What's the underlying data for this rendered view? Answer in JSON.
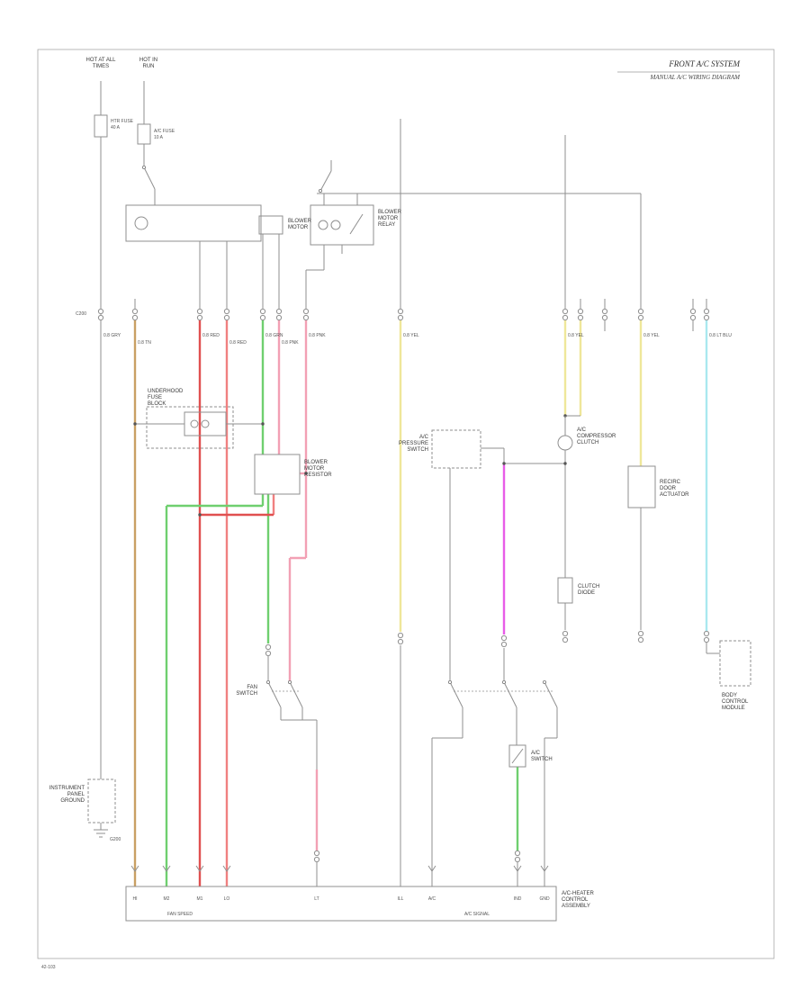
{
  "t": {
    "title1": "FRONT A/C SYSTEM",
    "title2": "MANUAL A/C WIRING DIAGRAM",
    "code": "42-103",
    "f1a": "HOT AT ALL",
    "f1b": "TIMES",
    "f2a": "HOT IN",
    "f2b": "RUN",
    "fuse1a": "HTR FUSE",
    "fuse1b": "40 A",
    "fuse2a": "A/C FUSE",
    "fuse2b": "10 A",
    "blower1": "BLOWER",
    "blower2": "MOTOR",
    "brelay1": "BLOWER",
    "brelay2": "MOTOR",
    "brelay3": "RELAY",
    "uhec1": "UNDERHOOD",
    "uhec2": "FUSE",
    "uhec3": "BLOCK",
    "res1": "BLOWER",
    "res2": "MOTOR",
    "res3": "RESISTOR",
    "press1": "A/C",
    "press2": "PRESSURE",
    "press3": "SWITCH",
    "clutch1": "A/C",
    "clutch2": "COMPRESSOR",
    "clutch3": "CLUTCH",
    "recirc1": "RECIRC",
    "recirc2": "DOOR",
    "recirc3": "ACTUATOR",
    "diode1": "CLUTCH",
    "diode2": "DIODE",
    "bcm1": "BODY",
    "bcm2": "CONTROL",
    "bcm3": "MODULE",
    "fansw1": "FAN",
    "fansw2": "SWITCH",
    "acsw1": "A/C",
    "acsw2": "SWITCH",
    "gnd1": "INSTRUMENT",
    "gnd2": "PANEL",
    "gnd3": "GROUND",
    "g200": "G200",
    "ctrl1": "A/C-HEATER",
    "ctrl2": "CONTROL",
    "ctrl3": "ASSEMBLY",
    "cap1": "FAN SPEED",
    "cap2": "A/C SIGNAL",
    "c200": "C200"
  },
  "pins": [
    "HI",
    "M2",
    "M1",
    "LO",
    "LT",
    "ILL",
    "A/C",
    "IND",
    "GND"
  ],
  "wires": [
    "0.8 GRY",
    "0.8 TN",
    "0.8 RED",
    "0.8 RED",
    "0.8 GRN",
    "0.8 PNK",
    "0.8 PNK",
    "0.8 YEL",
    "0.8 YEL",
    "0.8 YEL",
    "0.8 LT BLU"
  ],
  "colors": {
    "tan": "#C9A063",
    "green": "#6FCF6F",
    "red1": "#E05050",
    "red2": "#F08080",
    "pink": "#F2A0B4",
    "yellow": "#EFE79A",
    "magenta": "#E85CE8",
    "cyan": "#A9E8EF"
  }
}
